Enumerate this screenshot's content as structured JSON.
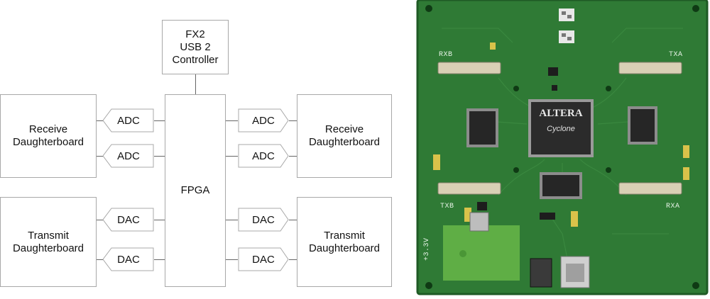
{
  "diagram": {
    "controller": "FX2\nUSB 2\nController",
    "fpga": "FPGA",
    "left": {
      "rx_board": "Receive\nDaughterboard",
      "tx_board": "Transmit\nDaughterboard",
      "adc_labels": [
        "ADC",
        "ADC"
      ],
      "dac_labels": [
        "DAC",
        "DAC"
      ]
    },
    "right": {
      "rx_board": "Receive\nDaughterboard",
      "tx_board": "Transmit\nDaughterboard",
      "adc_labels": [
        "ADC",
        "ADC"
      ],
      "dac_labels": [
        "DAC",
        "DAC"
      ]
    }
  },
  "photo": {
    "silkscreen": {
      "rxb": "RXB",
      "txa": "TXA",
      "txb": "TXB",
      "rxa": "RXA",
      "voltage": "+3.3V"
    },
    "fpga_chip": {
      "brand": "ALTERA",
      "family": "Cyclone"
    },
    "colors": {
      "pcb": "#2f7a35",
      "pcb_edge": "#1f5a25",
      "connector": "#d9d0b5",
      "chip": "#2b2b2b",
      "pad": "#5fae45"
    }
  }
}
